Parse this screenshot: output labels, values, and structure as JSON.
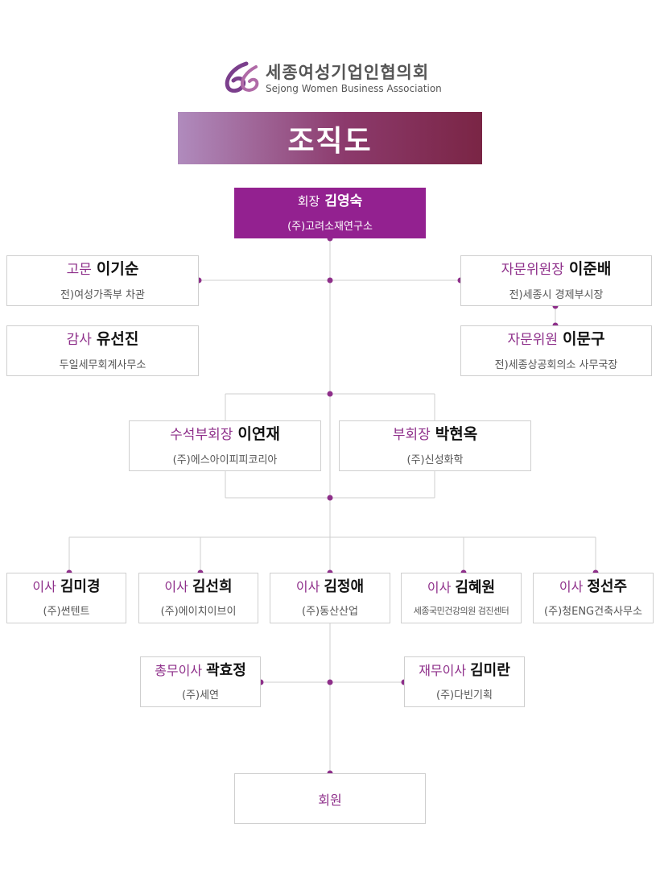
{
  "logo": {
    "name_kr": "세종여성기업인협의회",
    "name_en": "Sejong Women  Business Association"
  },
  "title": "조직도",
  "colors": {
    "accent": "#932190",
    "role_text": "#8e2f8a",
    "line": "#cfcfcf",
    "dot": "#8e2f8a"
  },
  "president": {
    "role": "회장",
    "name": "김영숙",
    "org": "(주)고려소재연구소"
  },
  "advisor": {
    "role": "고문",
    "name": "이기순",
    "org": "전)여성가족부 차관"
  },
  "auditor": {
    "role": "감사",
    "name": "유선진",
    "org": "두일세무회계사무소"
  },
  "advisory_chair": {
    "role": "자문위원장",
    "name": "이준배",
    "org": "전)세종시 경제부시장"
  },
  "advisory_member": {
    "role": "자문위원",
    "name": "이문구",
    "org": "전)세종상공회의소 사무국장"
  },
  "senior_vp": {
    "role": "수석부회장",
    "name": "이연재",
    "org": "(주)에스아이피피코리아"
  },
  "vp": {
    "role": "부회장",
    "name": "박현옥",
    "org": "(주)신성화학"
  },
  "directors": [
    {
      "role": "이사",
      "name": "김미경",
      "org": "(주)썬텐트"
    },
    {
      "role": "이사",
      "name": "김선희",
      "org": "(주)에이치이브이"
    },
    {
      "role": "이사",
      "name": "김정애",
      "org": "(주)동산산업"
    },
    {
      "role": "이사",
      "name": "김혜원",
      "org": "세종국민건강의원 검진센터"
    },
    {
      "role": "이사",
      "name": "정선주",
      "org": "(주)청ENG건축사무소"
    }
  ],
  "general_director": {
    "role": "총무이사",
    "name": "곽효정",
    "org": "(주)세연"
  },
  "finance_director": {
    "role": "재무이사",
    "name": "김미란",
    "org": "(주)다빈기획"
  },
  "members": {
    "label": "회원"
  }
}
